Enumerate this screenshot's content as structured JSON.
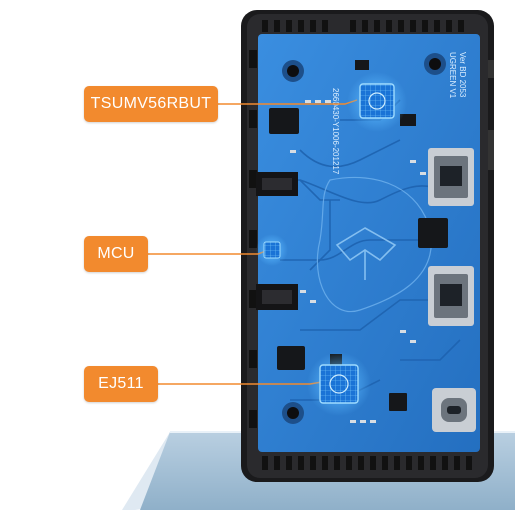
{
  "callouts": {
    "tsumv_label": "TSUMV56RBUT",
    "mcu_label": "MCU",
    "ej_label": "EJ511"
  },
  "board": {
    "silkscreen_model": "UGREEN V1",
    "silkscreen_ver": "Ver BD 2053",
    "silkscreen_pn": "2660430-Y1006-201217"
  },
  "colors": {
    "callout": "#f28a2e",
    "pcb": "#2f7fd0",
    "case": "#1c1c1e",
    "chip_glow": "#5ab8ff"
  }
}
